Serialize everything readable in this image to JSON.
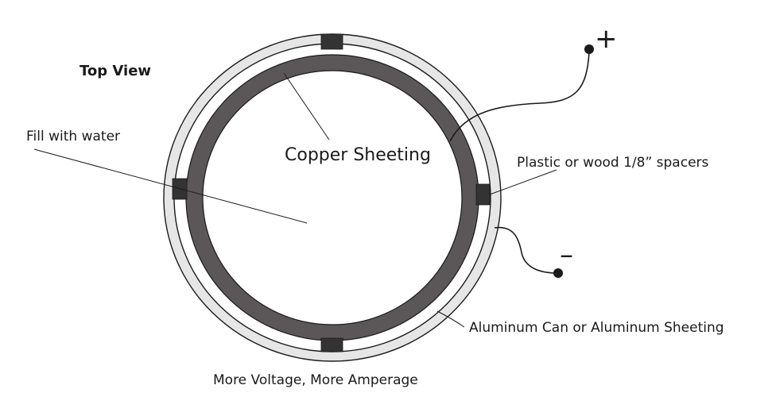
{
  "labels": {
    "top_view": "Top View",
    "fill_with_water": "Fill with water",
    "copper_sheeting": "Copper Sheeting",
    "spacers": "Plastic or wood  1/8” spacers",
    "aluminum": "Aluminum Can or Aluminum Sheeting",
    "bottom_caption": "More Voltage, More Amperage",
    "positive": "+",
    "negative": "–"
  },
  "colors": {
    "copper_ring": "#5b5759",
    "aluminum_ring": "#e6e6e6",
    "spacer": "#333333",
    "line": "#1a1a1a"
  }
}
